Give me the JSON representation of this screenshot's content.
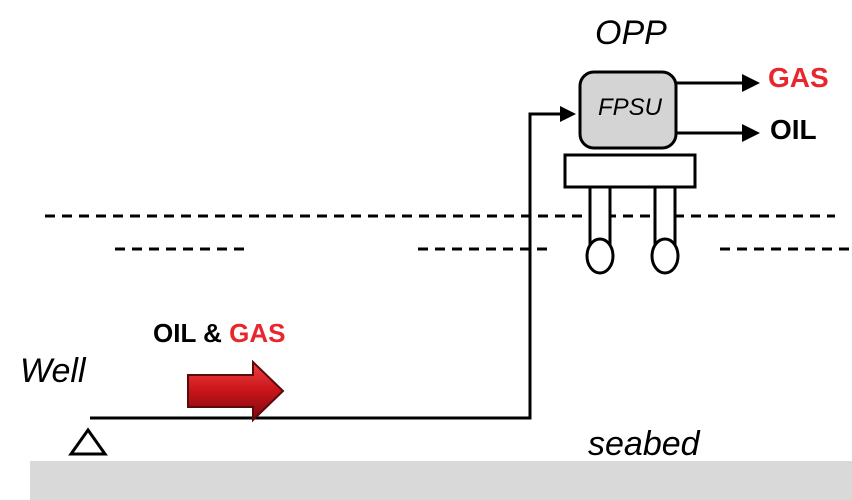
{
  "diagram": {
    "opp_label": "OPP",
    "fpsu_label": "FPSU",
    "gas_label": "GAS",
    "oil_label": "OIL",
    "flow_label_oil": "OIL &",
    "flow_label_gas": "GAS",
    "well_label": "Well",
    "seabed_label": "seabed"
  },
  "colors": {
    "gas_text": "#e8262c",
    "arrow_fill": "#c8141a",
    "fpsu_fill": "#d4d4d4",
    "seabed_fill": "#d9d9d9",
    "line": "#000000"
  }
}
